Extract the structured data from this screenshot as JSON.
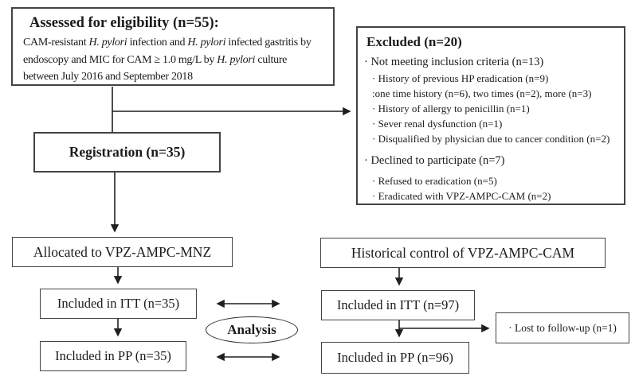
{
  "colors": {
    "background": "#ffffff",
    "box_border": "#434343",
    "text": "#1b1b1b",
    "arrow": "#1f1f1f"
  },
  "eligibility": {
    "title": "Assessed for eligibility (n=55):",
    "body_segments": [
      "CAM-resistant ",
      "H. pylori",
      " infection and ",
      "H. pylori",
      " infected gastritis by endoscopy and MIC for CAM ≥ 1.0 mg/L by ",
      "H. pylori",
      " culture between July 2016 and September 2018"
    ]
  },
  "excluded": {
    "title": "Excluded (n=20)",
    "items": [
      {
        "text": "· Not meeting inclusion criteria (n=13)"
      },
      {
        "text": "· History of previous HP eradication (n=9)"
      },
      {
        "text": ":one time history (n=6), two times (n=2), more (n=3)"
      },
      {
        "text": "· History of allergy to penicillin (n=1)"
      },
      {
        "text": "· Sever renal dysfunction (n=1)"
      },
      {
        "text": "· Disqualified by physician due to cancer condition (n=2)"
      },
      {
        "text": "· Declined to participate (n=7)"
      },
      {
        "text": "· Refused to eradication (n=5)"
      },
      {
        "text": "· Eradicated with VPZ-AMPC-CAM (n=2)"
      }
    ]
  },
  "registration": {
    "label": "Registration (n=35)"
  },
  "allocated": {
    "label": "Allocated to VPZ-AMPC-MNZ"
  },
  "itt_left": {
    "label": "Included in ITT (n=35)"
  },
  "pp_left": {
    "label": "Included in PP (n=35)"
  },
  "historical": {
    "label": "Historical control of VPZ-AMPC-CAM"
  },
  "itt_right": {
    "label": "Included in ITT (n=97)"
  },
  "pp_right": {
    "label": "Included in PP (n=96)"
  },
  "lost": {
    "label": "· Lost to follow-up (n=1)"
  },
  "analysis": {
    "label": "Analysis"
  }
}
